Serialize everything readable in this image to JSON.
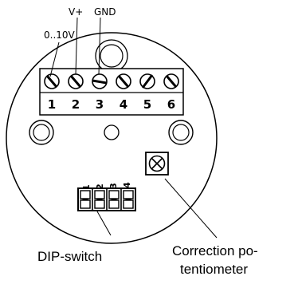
{
  "labels": {
    "signal": "0..10V",
    "vplus": "V+",
    "gnd": "GND",
    "dip_switch": "DIP-switch",
    "correction_line1": "Correction po-",
    "correction_line2": "tentiometer"
  },
  "terminals": [
    "1",
    "2",
    "3",
    "4",
    "5",
    "6"
  ],
  "dip_positions": [
    "1",
    "2",
    "3",
    "4"
  ]
}
